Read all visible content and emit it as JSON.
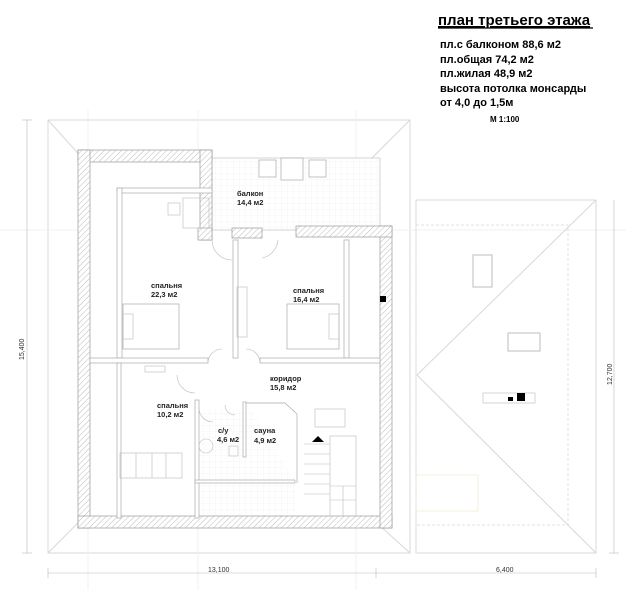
{
  "header": {
    "title": "план третьего этажа",
    "info_lines": [
      "пл.с балконом  88,6 м2",
      "пл.общая 74,2 м2",
      "пл.жилая 48,9 м2",
      "высота потолка монсарды",
      "от 4,0 до 1,5м"
    ],
    "scale": "М 1:100"
  },
  "rooms": [
    {
      "name": "балкон",
      "area": "14,4 м2"
    },
    {
      "name": "спальня",
      "area": "22,3 м2"
    },
    {
      "name": "спальня",
      "area": "16,4 м2"
    },
    {
      "name": "коридор",
      "area": "15,8 м2"
    },
    {
      "name": "спальня",
      "area": "10,2 м2"
    },
    {
      "name": "с/у",
      "area": "4,6 м2"
    },
    {
      "name": "сауна",
      "area": "4,9 м2"
    }
  ],
  "dimensions": {
    "left_height": "15,400",
    "right_height": "12,700",
    "bottom_left_width": "13,100",
    "bottom_right_width": "6,400"
  }
}
